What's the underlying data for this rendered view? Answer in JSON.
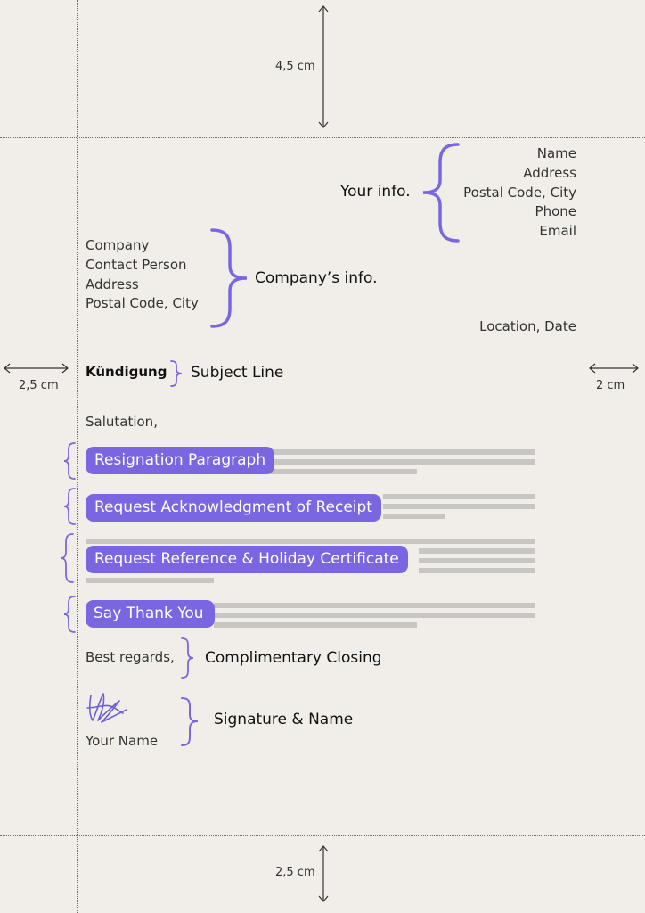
{
  "margins": {
    "top": "4,5 cm",
    "left": "2,5 cm",
    "right": "2 cm",
    "bottom": "2,5 cm"
  },
  "sender": {
    "label": "Your info.",
    "lines": [
      "Name",
      "Address",
      "Postal Code, City",
      "Phone",
      "Email"
    ]
  },
  "recipient": {
    "label": "Company’s info.",
    "lines": [
      "Company",
      "Contact Person",
      "Address",
      "Postal Code, City"
    ]
  },
  "location_date": "Location, Date",
  "subject": {
    "text": "Kündigung",
    "label": "Subject Line"
  },
  "salutation": "Salutation,",
  "paragraphs": [
    "Resignation Paragraph",
    "Request Acknowledgment of Receipt",
    "Request Reference & Holiday Certificate",
    "Say Thank You"
  ],
  "closing": {
    "text": "Best regards,",
    "label": "Complimentary Closing"
  },
  "signature": {
    "name": "Your Name",
    "label": "Signature & Name"
  },
  "colors": {
    "accent": "#7a66e0",
    "background": "#f1eee9",
    "placeholder_line": "#c8c6c3"
  }
}
